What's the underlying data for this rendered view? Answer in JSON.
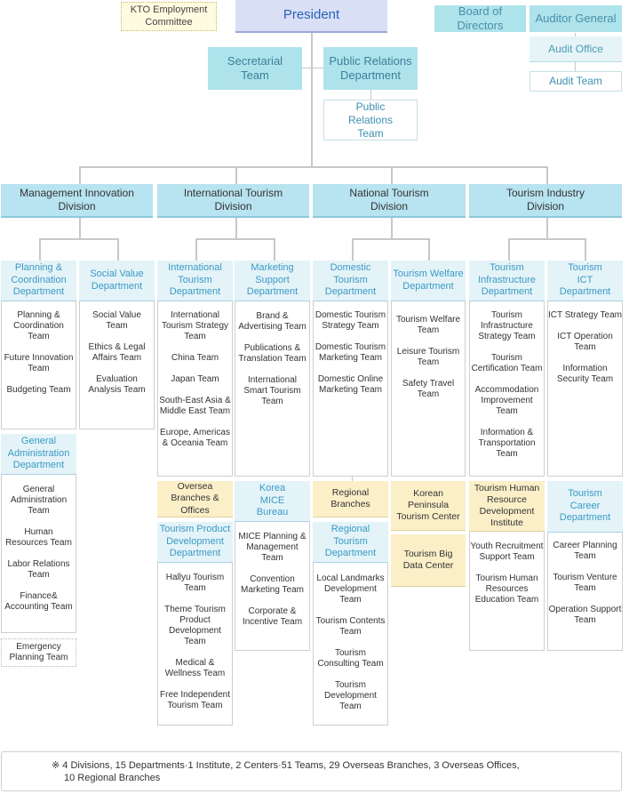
{
  "top": {
    "kto_committee": "KTO Employment Committee",
    "president": "President",
    "board": "Board of Directors",
    "auditor": "Auditor General",
    "audit_office": "Audit Office",
    "audit_team": "Audit Team",
    "secretarial": "Secretarial Team",
    "pr_department": "Public Relations Department",
    "pr_team": "Public Relations Team"
  },
  "divisions": {
    "management": "Management Innovation Division",
    "international": "International Tourism Division",
    "national": "National Tourism Division",
    "industry": "Tourism Industry Division"
  },
  "departments": {
    "planning": {
      "head": "Planning & Coordination Department",
      "teams": [
        "Planning & Coordination Team",
        "Future Innovation Team",
        "Budgeting Team"
      ]
    },
    "social_value": {
      "head": "Social Value Department",
      "teams": [
        "Social Value Team",
        "Ethics & Legal Affairs Team",
        "Evaluation Analysis Team"
      ]
    },
    "general_admin": {
      "head": "General Administration Department",
      "teams": [
        "General Administration Team",
        "Human Resources Team",
        "Labor Relations Team",
        "Finance& Accounting Team"
      ]
    },
    "emergency": "Emergency Planning Team",
    "intl_tourism": {
      "head": "International Tourism Department",
      "teams": [
        "International Tourism Strategy Team",
        "China Team",
        "Japan Team",
        "South-East Asia & Middle East Team",
        "Europe, Americas & Oceania Team"
      ]
    },
    "marketing": {
      "head": "Marketing Support Department",
      "teams": [
        "Brand & Advertising Team",
        "Publications & Translation Team",
        "International Smart Tourism Team"
      ]
    },
    "overseas": "Oversea Branches & Offices",
    "mice": {
      "head": "Korea MICE Bureau",
      "teams": [
        "MICE Planning & Management Team",
        "Convention Marketing Team",
        "Corporate & Incentive Team"
      ]
    },
    "product_dev": {
      "head": "Tourism Product Development Department",
      "teams": [
        "Hallyu Tourism Team",
        "Theme Tourism Product Development Team",
        "Medical & Wellness Team",
        "Free Independent Tourism Team"
      ]
    },
    "domestic": {
      "head": "Domestic Tourism Department",
      "teams": [
        "Domestic Tourism Strategy Team",
        "Domestic Tourism Marketing Team",
        "Domestic Online Marketing Team"
      ]
    },
    "welfare": {
      "head": "Tourism Welfare Department",
      "teams": [
        "Tourism Welfare Team",
        "Leisure Tourism Team",
        "Safety Travel Team"
      ]
    },
    "regional_branches": "Regional Branches",
    "peninsula": "Korean Peninsula Tourism Center",
    "big_data": "Tourism Big Data Center",
    "regional_dept": {
      "head": "Regional Tourism Department",
      "teams": [
        "Local Landmarks Development Team",
        "Tourism Contents Team",
        "Tourism Consulting Team",
        "Tourism Development Team"
      ]
    },
    "infrastructure": {
      "head": "Tourism Infrastructure Department",
      "teams": [
        "Tourism Infrastructure Strategy Team",
        "Tourism Certification Team",
        "Accommodation Improvement Team",
        "Information & Transportation Team"
      ]
    },
    "ict": {
      "head": "Tourism ICT Department",
      "teams": [
        "ICT Strategy Team",
        "ICT Operation Team",
        "Information Security Team"
      ]
    },
    "hr_institute": {
      "head": "Tourism Human Resource Development Institute",
      "teams": [
        "Youth Recruitment Support Team",
        "Tourism Human Resources Education Team"
      ]
    },
    "career": {
      "head": "Tourism Career Department",
      "teams": [
        "Career Planning Team",
        "Tourism Venture Team",
        "Operation Support Team"
      ]
    }
  },
  "footer": {
    "line1": "※ 4 Divisions,  15 Departments·1 Institute,  2 Centers·51 Teams,  29 Overseas Branches,  3 Overseas Offices,",
    "line2": "10 Regional Branches"
  }
}
